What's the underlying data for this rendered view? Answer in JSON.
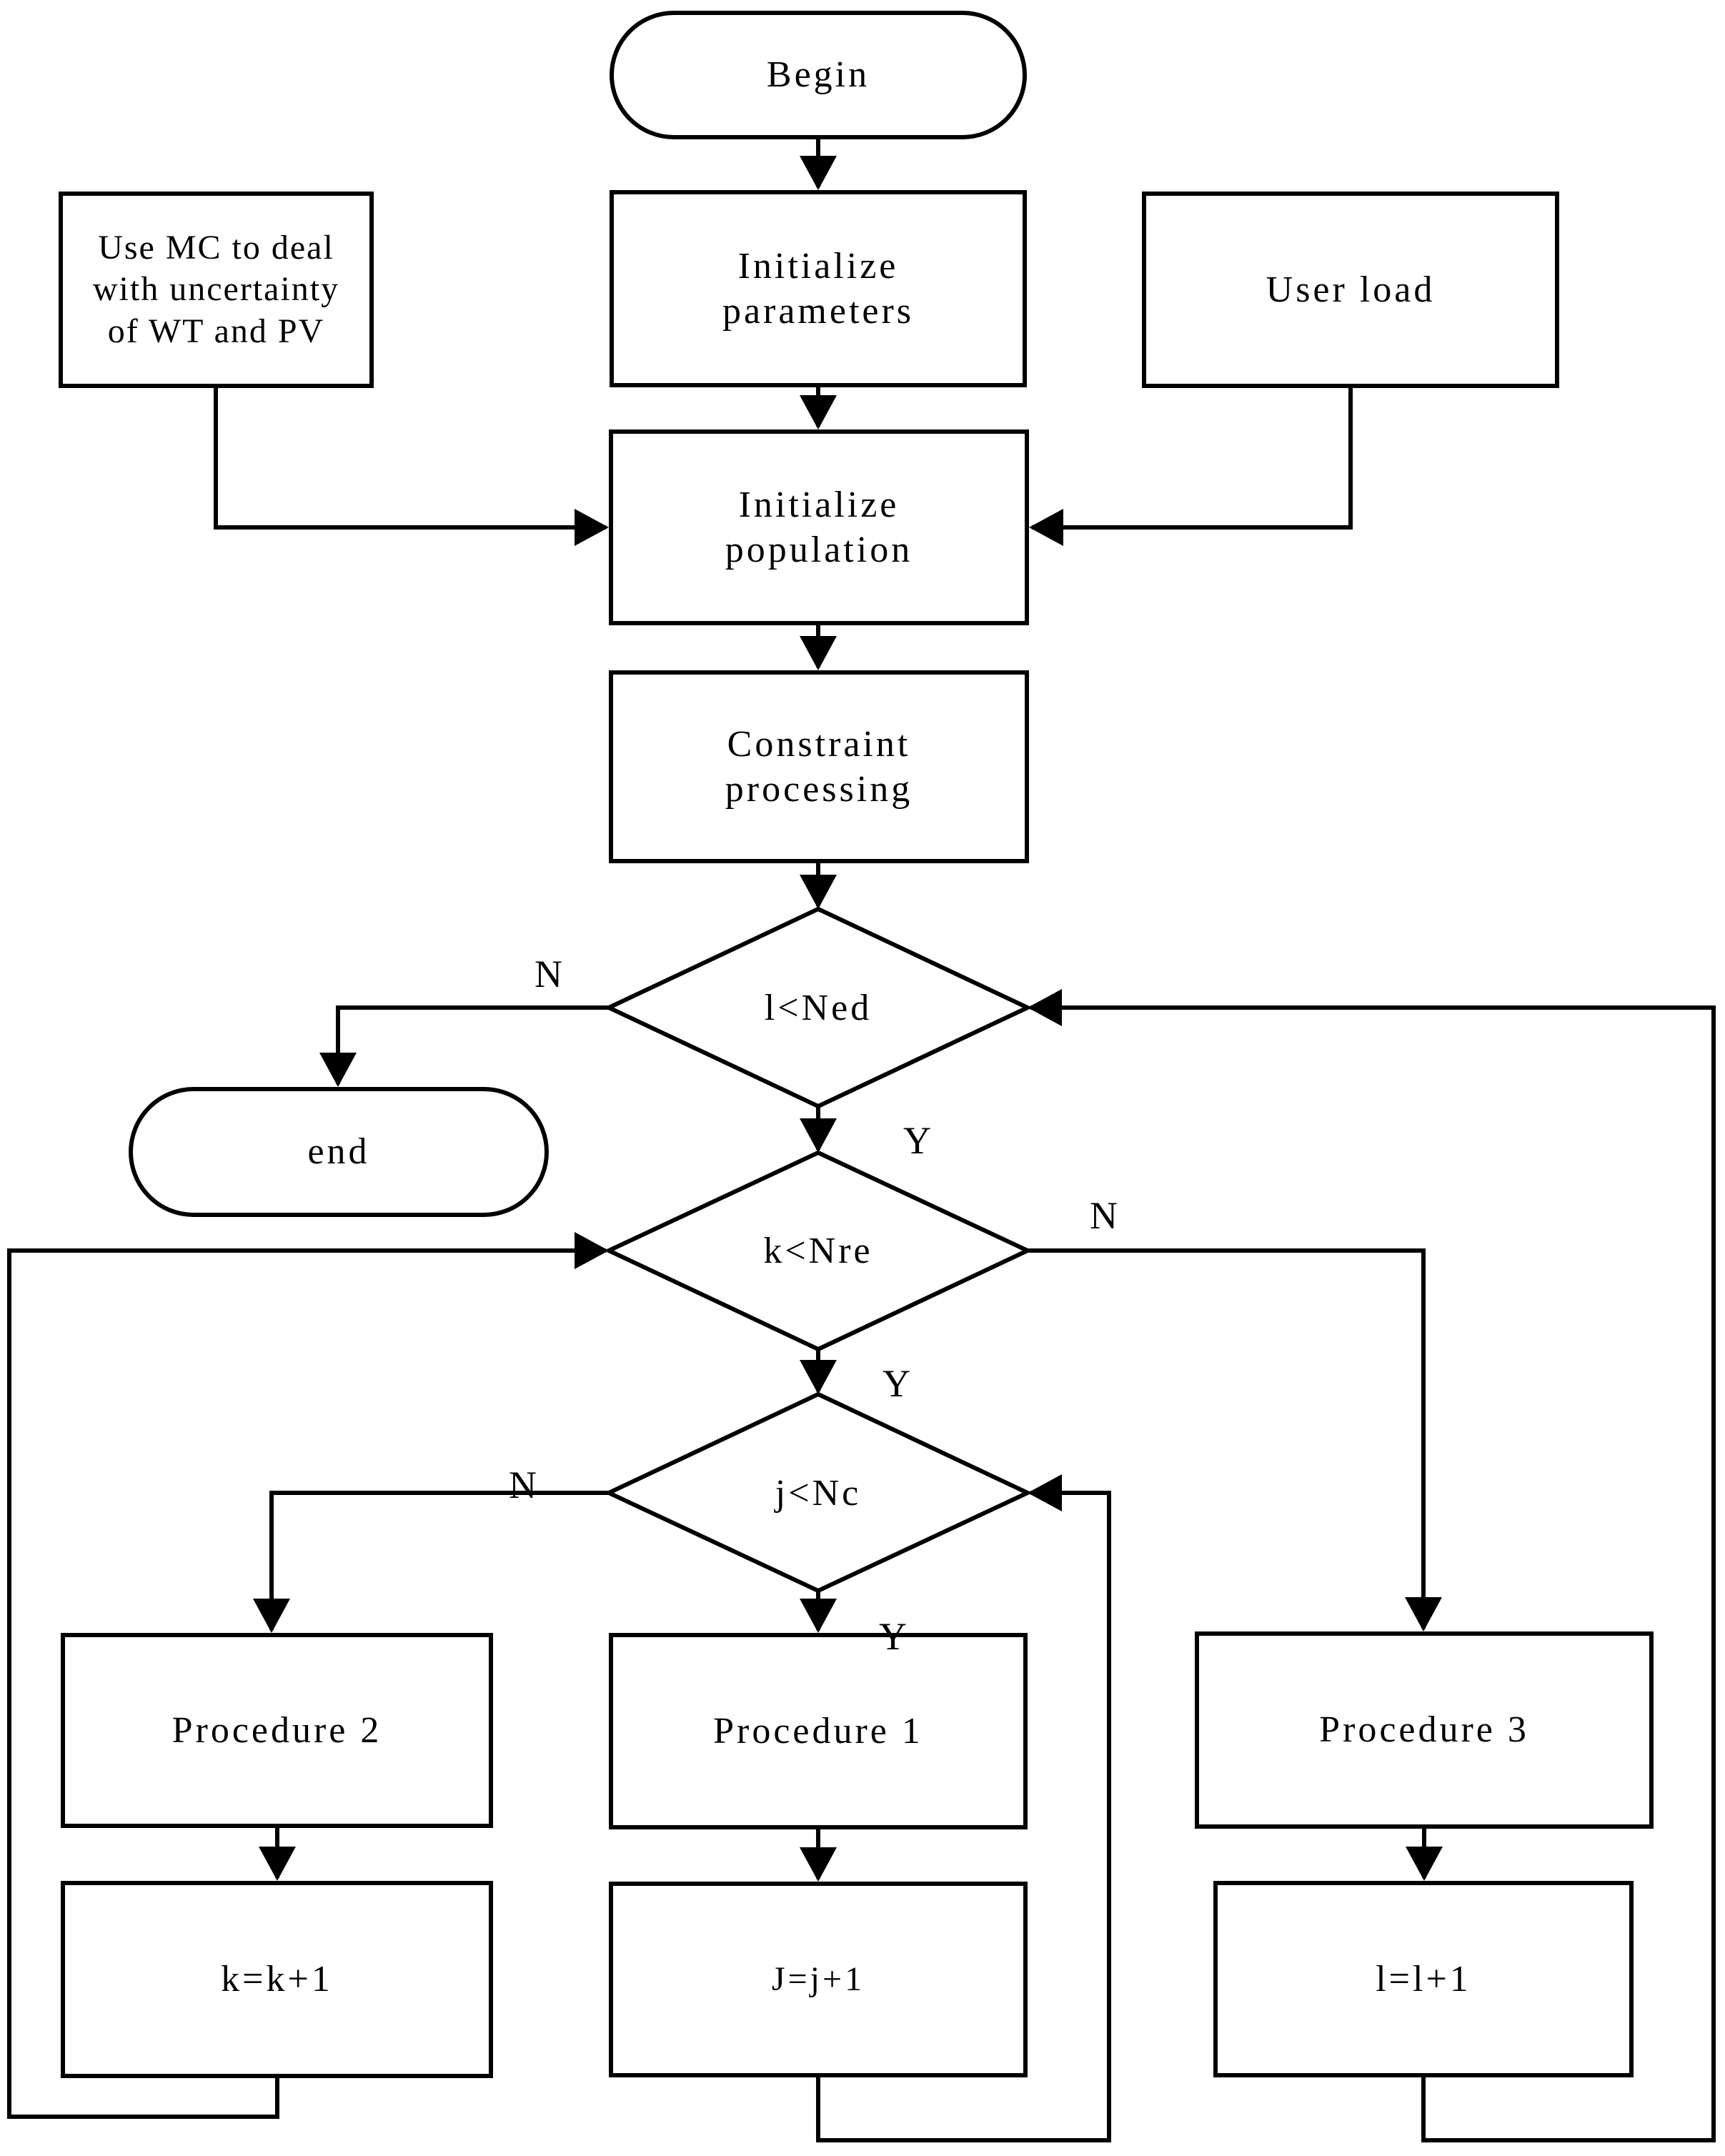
{
  "diagram": {
    "title": "optimization flowchart",
    "colors": {
      "stroke": "#000000",
      "background": "#ffffff",
      "text": "#000000"
    },
    "nodes": {
      "begin": {
        "label": "Begin",
        "type": "terminal"
      },
      "use_mc": {
        "label": "Use MC to deal\nwith uncertainty\nof WT and PV",
        "type": "process"
      },
      "initialize_parameters": {
        "label": "Initialize\nparameters",
        "type": "process"
      },
      "user_load": {
        "label": "User load",
        "type": "process"
      },
      "initialize_population": {
        "label": "Initialize\npopulation",
        "type": "process"
      },
      "constraint_processing": {
        "label": "Constraint\nprocessing",
        "type": "process"
      },
      "decision_l": {
        "label": "l<Ned",
        "type": "decision"
      },
      "end": {
        "label": "end",
        "type": "terminal"
      },
      "decision_k": {
        "label": "k<Nre",
        "type": "decision"
      },
      "decision_j": {
        "label": "j<Nc",
        "type": "decision"
      },
      "procedure_2": {
        "label": "Procedure 2",
        "type": "process"
      },
      "procedure_1": {
        "label": "Procedure 1",
        "type": "process"
      },
      "procedure_3": {
        "label": "Procedure 3",
        "type": "process"
      },
      "k_increment": {
        "label": "k=k+1",
        "type": "process"
      },
      "j_increment": {
        "label": "J=j+1",
        "type": "process"
      },
      "l_increment": {
        "label": "l=l+1",
        "type": "process"
      }
    },
    "branch_labels": {
      "l_no": "N",
      "l_yes": "Y",
      "k_no": "N",
      "k_yes": "Y",
      "j_no": "N",
      "j_yes": "Y"
    }
  }
}
